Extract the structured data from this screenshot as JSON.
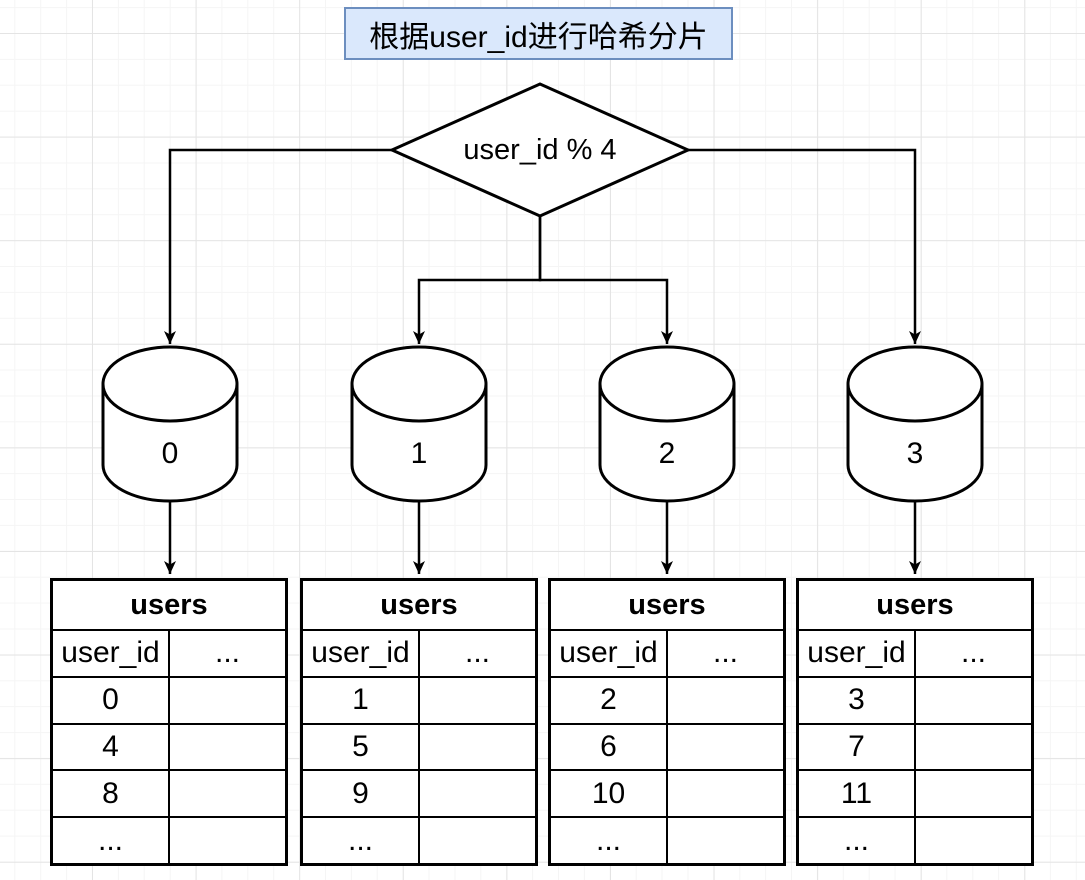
{
  "title_box": {
    "label": "根据user_id进行哈希分片"
  },
  "decision_diamond": {
    "label": "user_id % 4"
  },
  "colors": {
    "title_fill": "#dae8fc",
    "title_border": "#6c8ebf",
    "shape_stroke": "#000000",
    "shape_fill": "#ffffff",
    "grid_minor": "#f5f5f5",
    "grid_major": "#e4e4e4"
  },
  "shards": [
    {
      "db_label": "0",
      "table": {
        "title": "users",
        "columns": [
          "user_id",
          "..."
        ],
        "rows": [
          [
            "0",
            ""
          ],
          [
            "4",
            ""
          ],
          [
            "8",
            ""
          ],
          [
            "...",
            ""
          ]
        ]
      }
    },
    {
      "db_label": "1",
      "table": {
        "title": "users",
        "columns": [
          "user_id",
          "..."
        ],
        "rows": [
          [
            "1",
            ""
          ],
          [
            "5",
            ""
          ],
          [
            "9",
            ""
          ],
          [
            "...",
            ""
          ]
        ]
      }
    },
    {
      "db_label": "2",
      "table": {
        "title": "users",
        "columns": [
          "user_id",
          "..."
        ],
        "rows": [
          [
            "2",
            ""
          ],
          [
            "6",
            ""
          ],
          [
            "10",
            ""
          ],
          [
            "...",
            ""
          ]
        ]
      }
    },
    {
      "db_label": "3",
      "table": {
        "title": "users",
        "columns": [
          "user_id",
          "..."
        ],
        "rows": [
          [
            "3",
            ""
          ],
          [
            "7",
            ""
          ],
          [
            "11",
            ""
          ],
          [
            "...",
            ""
          ]
        ]
      }
    }
  ]
}
